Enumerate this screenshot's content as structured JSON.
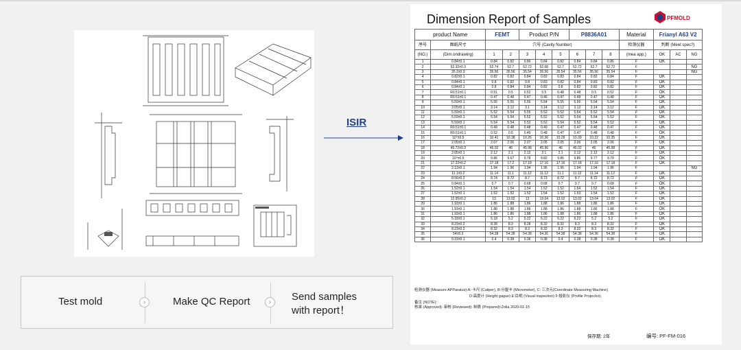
{
  "report": {
    "title": "Dimension Report of Samples",
    "logo_text": "PFMOLD",
    "product_name_label": "product Name",
    "product_name": "FEMT",
    "product_pn_label": "Product P/N",
    "product_pn": "P8836A01",
    "material_label": "Material",
    "material": "Frianyl A63 V2",
    "seq_label_cn": "序号",
    "seq_label": "(NO.)",
    "dim_label_cn": "图纸尺寸",
    "dim_label": "(Dim.ondrawing)",
    "cavity_label": "穴号  (Cavity  Number)",
    "cavities": [
      "1",
      "2",
      "3",
      "4",
      "5",
      "6",
      "7",
      "8"
    ],
    "measure_label_cn": "检测仪器",
    "measure_label": "(mea app.)",
    "judge_label": "判断  (Meet spec?)",
    "judge_cols": [
      "OK",
      "AC",
      "NG"
    ],
    "rows": [
      [
        "1",
        "0.84±0.1",
        "0.84",
        "0.82",
        "0.86",
        "0.84",
        "0.82",
        "0.84",
        "0.84",
        "0.86",
        "F",
        "OK",
        "",
        ""
      ],
      [
        "2",
        "52.32±0.3",
        "52.74",
        "52.7",
        "52.72",
        "52.68",
        "52.7",
        "52.72",
        "52.7",
        "52.72",
        "F",
        "",
        "",
        "NG"
      ],
      [
        "3",
        "35.2±0.3",
        "35.56",
        "35.56",
        "35.54",
        "35.56",
        "35.54",
        "35.56",
        "35.56",
        "35.54",
        "F",
        "",
        "",
        "NG"
      ],
      [
        "4",
        "0.82±0.1",
        "0.82",
        "0.82",
        "0.84",
        "0.82",
        "0.83",
        "0.84",
        "0.82",
        "0.84",
        "F",
        "OK",
        "",
        ""
      ],
      [
        "5",
        "0.84±0.1",
        "0.8",
        "0.82",
        "0.8",
        "0.83",
        "0.82",
        "0.84",
        "0.83",
        "0.82",
        "F",
        "OK",
        "",
        ""
      ],
      [
        "6",
        "0.84±0.1",
        "0.8",
        "0.84",
        "0.84",
        "0.82",
        "0.8",
        "0.82",
        "0.82",
        "0.82",
        "F",
        "OK",
        "",
        ""
      ],
      [
        "7",
        "R0.51±0.1",
        "0.51",
        "0.5",
        "0.52",
        "0.5",
        "0.48",
        "0.48",
        "0.5",
        "0.52",
        "F",
        "OK",
        "",
        ""
      ],
      [
        "8",
        "R0.51±0.1",
        "0.47",
        "0.48",
        "0.47",
        "0.46",
        "0.47",
        "0.48",
        "0.47",
        "0.48",
        "F",
        "OK",
        "",
        ""
      ],
      [
        "9",
        "5.59±0.1",
        "5.56",
        "5.55",
        "5.56",
        "5.54",
        "5.55",
        "5.56",
        "5.54",
        "5.54",
        "F",
        "OK",
        "",
        ""
      ],
      [
        "10",
        "3.05±0.1",
        "3.14",
        "3.12",
        "3.1",
        "3.14",
        "3.12",
        "3.12",
        "3.14",
        "3.12",
        "F",
        "OK",
        "",
        ""
      ],
      [
        "11",
        "5.59±0.1",
        "5.52",
        "5.54",
        "5.55",
        "5.52",
        "5.52",
        "5.54",
        "5.52",
        "5.54",
        "F",
        "OK",
        "",
        ""
      ],
      [
        "12",
        "5.59±0.1",
        "5.54",
        "5.54",
        "5.52",
        "5.52",
        "5.52",
        "5.54",
        "5.54",
        "5.52",
        "F",
        "OK",
        "",
        ""
      ],
      [
        "13",
        "5.59±0.1",
        "5.54",
        "5.54",
        "5.52",
        "5.52",
        "5.54",
        "5.52",
        "5.54",
        "5.52",
        "F",
        "OK",
        "",
        ""
      ],
      [
        "14",
        "R0.51±0.1",
        "0.49",
        "0.48",
        "0.48",
        "0.49",
        "0.47",
        "0.47",
        "0.48",
        "0.47",
        "F",
        "OK",
        "",
        ""
      ],
      [
        "15",
        "R0.51±0.1",
        "0.52",
        "0.5",
        "0.49",
        "0.48",
        "0.47",
        "0.47",
        "0.48",
        "0.48",
        "F",
        "OK",
        "",
        ""
      ],
      [
        "16",
        "10°±0.5",
        "10.41",
        "10.38",
        "10.26",
        "10.36",
        "10.28",
        "10.39",
        "10.22",
        "10.35",
        "F",
        "OK",
        "",
        ""
      ],
      [
        "17",
        "2.05±0.1",
        "2.07",
        "2.06",
        "2.07",
        "2.05",
        "2.05",
        "2.06",
        "2.05",
        "2.06",
        "F",
        "OK",
        "",
        ""
      ],
      [
        "18",
        "45.72±0.3",
        "46.02",
        "46",
        "45.98",
        "45.96",
        "46",
        "46.02",
        "46",
        "45.98",
        "F",
        "OK",
        "",
        ""
      ],
      [
        "19",
        "2.05±0.1",
        "2.12",
        "2.1",
        "2.12",
        "2.1",
        "2.1",
        "2.12",
        "2.12",
        "2.12",
        "F",
        "OK",
        "",
        ""
      ],
      [
        "20",
        "10°±0.5",
        "9.86",
        "9.67",
        "9.78",
        "9.82",
        "9.85",
        "9.86",
        "9.77",
        "9.79",
        "F",
        "OK",
        "",
        ""
      ],
      [
        "21",
        "17.22±0.2",
        "17.18",
        "17.2",
        "17.18",
        "17.16",
        "17.16",
        "17.18",
        "17.16",
        "17.18",
        "F",
        "OK",
        "",
        ""
      ],
      [
        "22",
        "2.13±0.1",
        "1.94",
        "1.96",
        "1.94",
        "1.96",
        "1.96",
        "1.94",
        "1.94",
        "1.96",
        "F",
        "",
        "",
        "NG"
      ],
      [
        "23",
        "11.1±0.2",
        "11.14",
        "11.1",
        "11.12",
        "11.12",
        "11.1",
        "11.12",
        "11.14",
        "11.12",
        "F",
        "OK",
        "",
        ""
      ],
      [
        "24",
        "8.56±0.2",
        "8.74",
        "8.72",
        "8.7",
        "8.73",
        "8.72",
        "8.7",
        "8.72",
        "8.72",
        "F",
        "OK",
        "",
        ""
      ],
      [
        "25",
        "0.84±0.1",
        "0.7",
        "0.7",
        "0.68",
        "0.68",
        "0.7",
        "0.7",
        "0.7",
        "0.68",
        "F",
        "OK",
        "",
        ""
      ],
      [
        "26",
        "1.52±0.1",
        "1.54",
        "1.54",
        "1.54",
        "1.52",
        "1.52",
        "1.54",
        "1.52",
        "1.54",
        "F",
        "OK",
        "",
        ""
      ],
      [
        "27",
        "1.52±0.1",
        "1.52",
        "1.52",
        "1.52",
        "1.54",
        "1.52",
        "1.53",
        "1.54",
        "1.52",
        "F",
        "OK",
        "",
        ""
      ],
      [
        "28",
        "12.95±0.2",
        "13",
        "13.02",
        "13",
        "13.04",
        "13.02",
        "13.02",
        "13.04",
        "13.02",
        "F",
        "OK",
        "",
        ""
      ],
      [
        "29",
        "1.93±0.1",
        "1.86",
        "1.88",
        "1.86",
        "1.88",
        "1.86",
        "1.88",
        "1.86",
        "1.86",
        "F",
        "OK",
        "",
        ""
      ],
      [
        "30",
        "1.93±0.1",
        "1.88",
        "1.88",
        "1.86",
        "1.88",
        "1.86",
        "1.88",
        "1.86",
        "1.88",
        "F",
        "OK",
        "",
        ""
      ],
      [
        "31",
        "1.93±0.1",
        "1.86",
        "1.86",
        "1.88",
        "1.86",
        "1.88",
        "1.86",
        "1.88",
        "1.86",
        "F",
        "OK",
        "",
        ""
      ],
      [
        "32",
        "5.18±0.1",
        "5.18",
        "5.2",
        "5.22",
        "5.22",
        "5.22",
        "5.22",
        "5.2",
        "5.2",
        "F",
        "OK",
        "",
        ""
      ],
      [
        "33",
        "8.23±0.2",
        "8.28",
        "8.3",
        "8.28",
        "8.32",
        "8.32",
        "8.3",
        "8.3",
        "8.32",
        "F",
        "OK",
        "",
        ""
      ],
      [
        "34",
        "8.23±0.2",
        "8.32",
        "8.3",
        "8.3",
        "8.32",
        "8.3",
        "8.32",
        "8.3",
        "8.32",
        "F",
        "OK",
        "",
        ""
      ],
      [
        "35",
        "54±0.3",
        "54.38",
        "54.38",
        "54.38",
        "54.36",
        "54.38",
        "54.38",
        "54.36",
        "54.38",
        "F",
        "OK",
        "",
        ""
      ],
      [
        "36",
        "0.33±0.1",
        "0.4",
        "0.38",
        "0.36",
        "0.38",
        "0.4",
        "0.38",
        "0.38",
        "0.38",
        "F",
        "OK",
        "",
        ""
      ]
    ],
    "note1": "检测仪器 (Measure APParatus):A: 卡尺 (Caliper),  B:分厘卡 (Micrometer), C: 三次元(Coordinate Measuring Machine)",
    "note2": "D:高度计 (Height gague)          E:目视 (Visual inspection)   F:投影仪 (Profile Projector),",
    "note3": "备注 (NOTE):",
    "note4": "核准 (Approved):                审核 (Reviewed):                制表 (Prepared):Zolia  2020-01-15",
    "footer_left": "保存期: 2年",
    "footer_right": "编号: PF-FM-016"
  },
  "isir_label": "ISIR",
  "steps": [
    "Test mold",
    "Make QC Report",
    "Send   samples with report！"
  ],
  "colors": {
    "accent": "#1f3f8a",
    "logo": "#c8102e"
  }
}
